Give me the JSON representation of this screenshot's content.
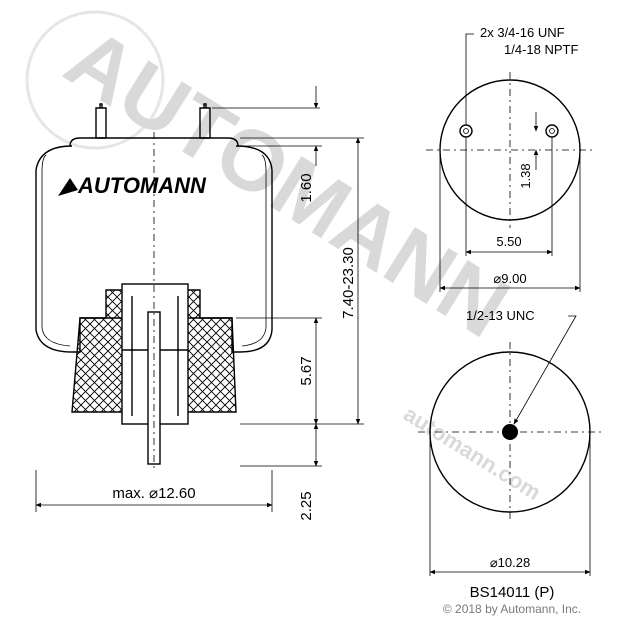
{
  "title": "BS14011 (P)",
  "copyright": "© 2018 by Automann, Inc.",
  "brand": {
    "logo_text": "AUTOMANN",
    "watermark_big": "AUTOMANN",
    "watermark_url": "automann.com",
    "watermark_color": "#d9d9d9"
  },
  "side_view": {
    "dim_top": "1.60",
    "dim_height": "7.40-23.30",
    "dim_piston": "5.67",
    "dim_stud": "2.25",
    "dim_width": "max. ⌀12.60"
  },
  "top_view": {
    "note_line1": "2x 3/4-16 UNF",
    "note_line2": "1/4-18 NPTF",
    "dim_offset": "1.38",
    "dim_spacing": "5.50",
    "dim_diameter": "⌀9.00"
  },
  "bottom_view": {
    "note": "1/2-13 UNC",
    "dim_diameter": "⌀10.28"
  }
}
